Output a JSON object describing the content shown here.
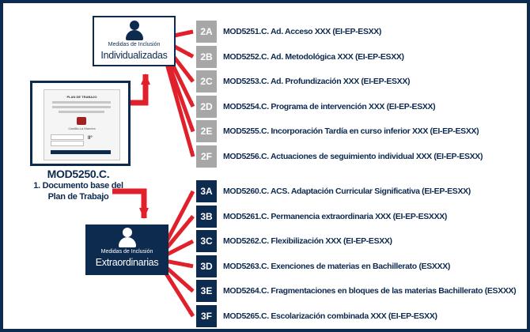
{
  "individualizadas": {
    "small_label": "Medidas de Inclusión",
    "big_label": "Individualizadas",
    "icon": "person-icon",
    "items": [
      {
        "code": "2A",
        "text": "MOD5251.C. Ad. Acceso XXX (EI-EP-ESXX)"
      },
      {
        "code": "2B",
        "text": "MOD5252.C. Ad. Metodológica XXX (EI-EP-ESXX)"
      },
      {
        "code": "2C",
        "text": "MOD5253.C. Ad. Profundización XXX (EI-EP-ESXX)"
      },
      {
        "code": "2D",
        "text": "MOD5254.C. Programa de intervención XXX (EI-EP-ESXX)"
      },
      {
        "code": "2E",
        "text": "MOD5255.C. Incorporación Tardía en curso inferior XXX (EI-EP-ESXX)"
      },
      {
        "code": "2F",
        "text": "MOD5256.C. Actuaciones de seguimiento individual XXX (EI-EP-ESXX)"
      }
    ]
  },
  "extraordinarias": {
    "small_label": "Medidas de Inclusión",
    "big_label": "Extraordinarias",
    "icon": "person-icon",
    "items": [
      {
        "code": "3A",
        "text": "MOD5260.C. ACS. Adaptación Curricular Significativa (EI-EP-ESXX)"
      },
      {
        "code": "3B",
        "text": "MOD5261.C. Permanencia extraordinaria XXX (EI-EP-ESXXX)"
      },
      {
        "code": "3C",
        "text": "MOD5262.C. Flexibilización XXX (EI-EP-ESXX)"
      },
      {
        "code": "3D",
        "text": "MOD5263.C. Exenciones de materias en Bachillerato (ESXXX)"
      },
      {
        "code": "3E",
        "text": "MOD5264.C. Fragmentaciones en bloques de las materias Bachillerato (ESXXX)"
      },
      {
        "code": "3F",
        "text": "MOD5265.C. Escolarización combinada XXX (EI-EP-ESXX)"
      }
    ]
  },
  "document": {
    "code": "MOD5250.C.",
    "line1": "1. Documento base del",
    "line2": "Plan de Trabajo",
    "thumbnail": {
      "title": "PLAN DE TRABAJO",
      "org": "Castilla-La Mancha"
    }
  },
  "colors": {
    "navy": "#0d2a4f",
    "grey": "#a7a7a7",
    "arrow_red": "#e0202a",
    "text": "#0d2a4f"
  }
}
